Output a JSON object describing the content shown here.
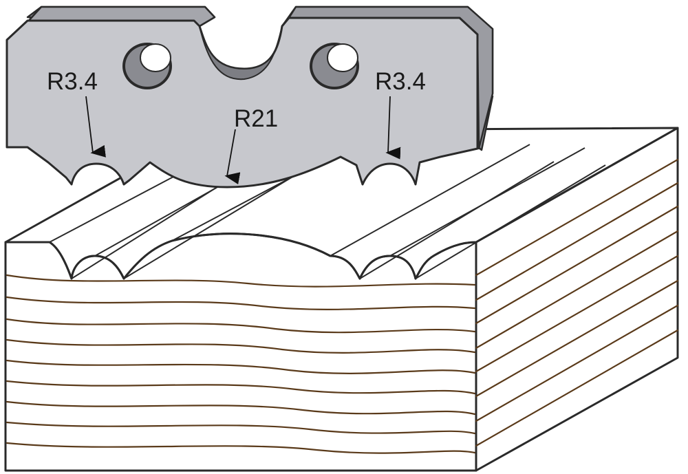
{
  "labels": {
    "left_radius": "R3.4",
    "center_radius": "R21",
    "right_radius": "R3.4"
  },
  "colors": {
    "blade_face": "#c7c8cd",
    "blade_bevel": "#9c9da3",
    "blade_dark": "#7d7e84",
    "wood_end_grain": "#fbe3b0",
    "wood_side": "#f6d27e",
    "wood_top": "#fbe7bb",
    "grain_line": "#5a3a1a",
    "outline": "#2a2a2a"
  }
}
